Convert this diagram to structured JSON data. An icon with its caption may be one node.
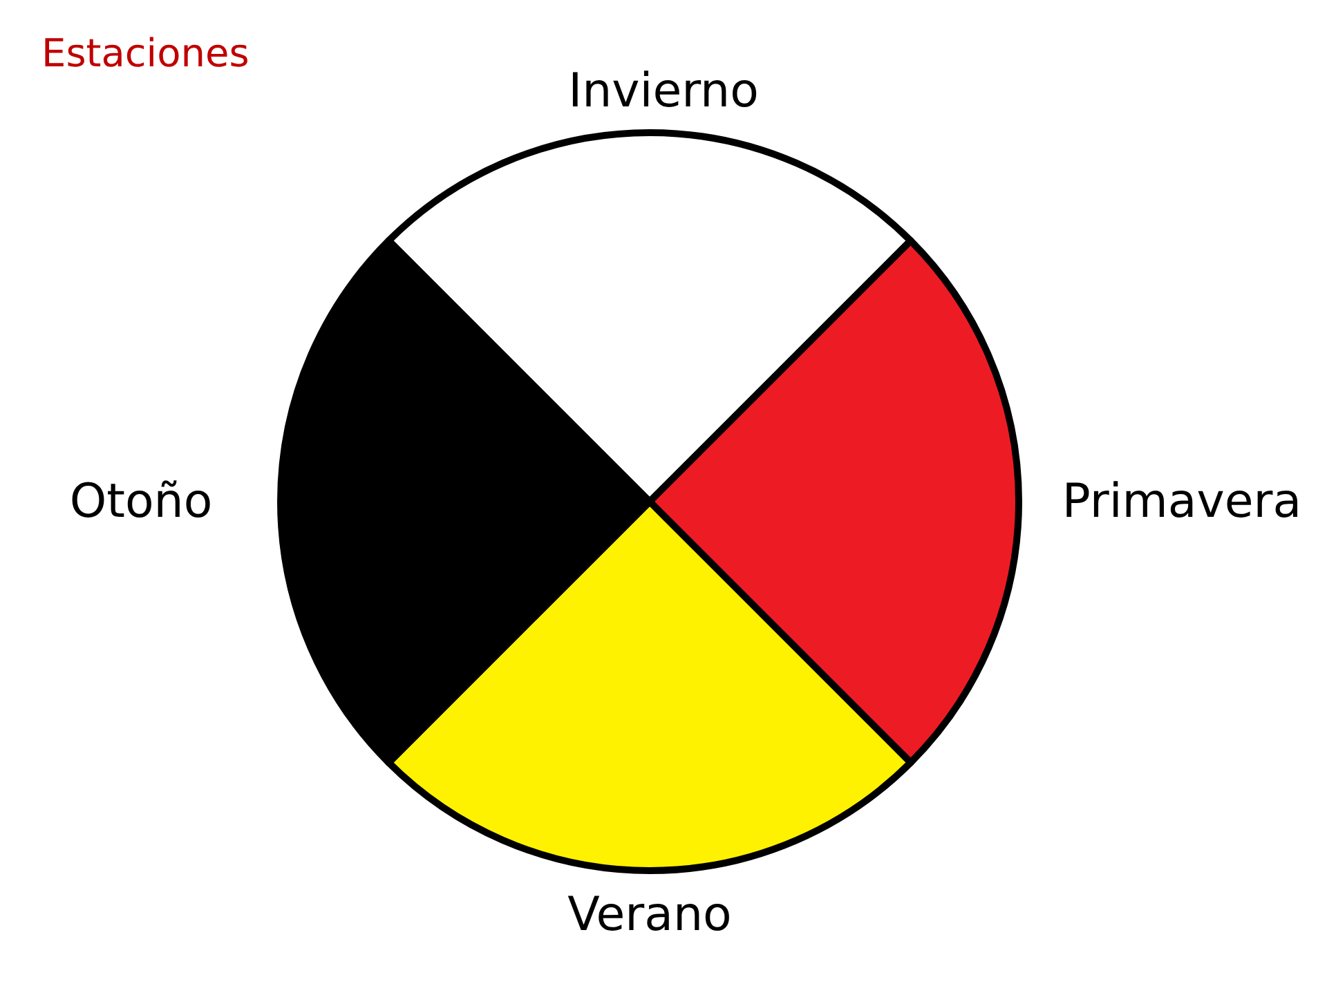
{
  "diagram": {
    "title": "Estaciones",
    "nodes": [
      {
        "text": [
          "Invierno"
        ]
      },
      {
        "text": [
          "Primavera"
        ]
      },
      {
        "text": [
          "Verano"
        ]
      },
      {
        "text": [
          "Otoño"
        ]
      }
    ]
  }
}
